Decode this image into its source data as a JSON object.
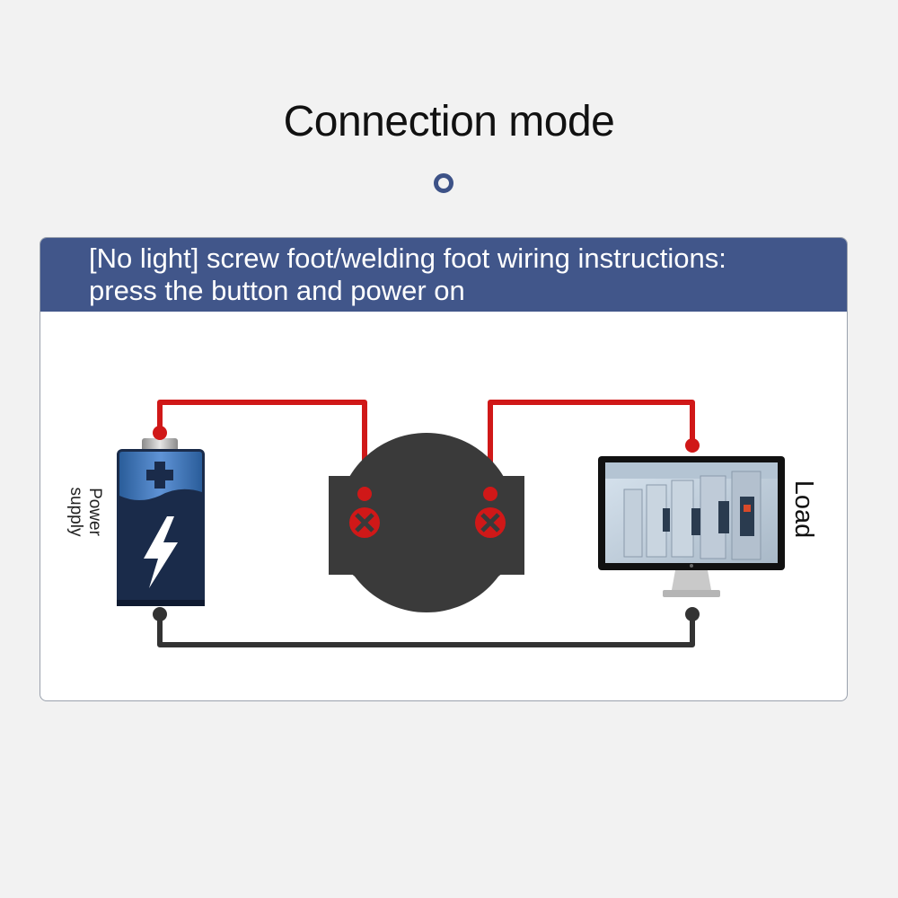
{
  "title": "Connection mode",
  "header": {
    "line1": "[No light] screw foot/welding foot wiring instructions:",
    "line2": "press the button and power on"
  },
  "labels": {
    "power_supply_line1": "Power",
    "power_supply_line2": "supply",
    "load": "Load"
  },
  "colors": {
    "header_bg": "#41568a",
    "wire_positive": "#d01818",
    "wire_negative": "#333333",
    "switch_body": "#3a3a3a"
  },
  "icons": {
    "battery": "battery-icon",
    "lightning": "lightning-icon",
    "switch": "push-button-switch-icon",
    "monitor": "monitor-icon"
  }
}
